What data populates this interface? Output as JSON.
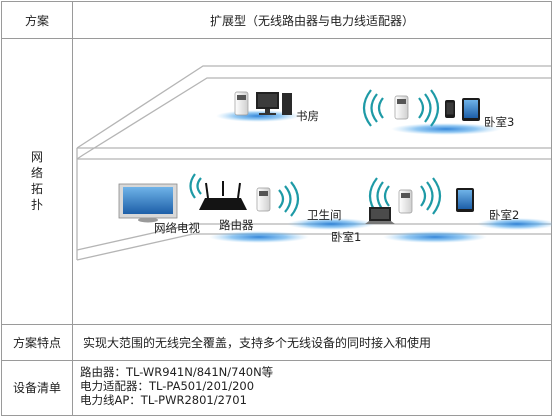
{
  "header": {
    "scheme_label": "方案",
    "scheme_title": "扩展型（无线路由器与电力线适配器）"
  },
  "topology": {
    "label": "网络拓扑",
    "room_labels": {
      "study": "书房",
      "bedroom3": "卧室3",
      "tv": "网络电视",
      "router": "路由器",
      "bathroom": "卫生间",
      "bedroom1": "卧室1",
      "bedroom2": "卧室2"
    }
  },
  "features": {
    "label": "方案特点",
    "text": "实现大范围的无线完全覆盖，支持多个无线设备的同时接入和使用"
  },
  "equipment": {
    "label": "设备清单",
    "lines": [
      "路由器：TL-WR941N/841N/740N等",
      "电力适配器：TL-PA501/201/200",
      "电力线AP：TL-PWR2801/2701"
    ]
  },
  "colors": {
    "border": "#9a9a9a",
    "wifi_waves": "#1e9aa6",
    "floor_glow": "#2a7fd6",
    "floor_line": "#b5b5b5"
  }
}
